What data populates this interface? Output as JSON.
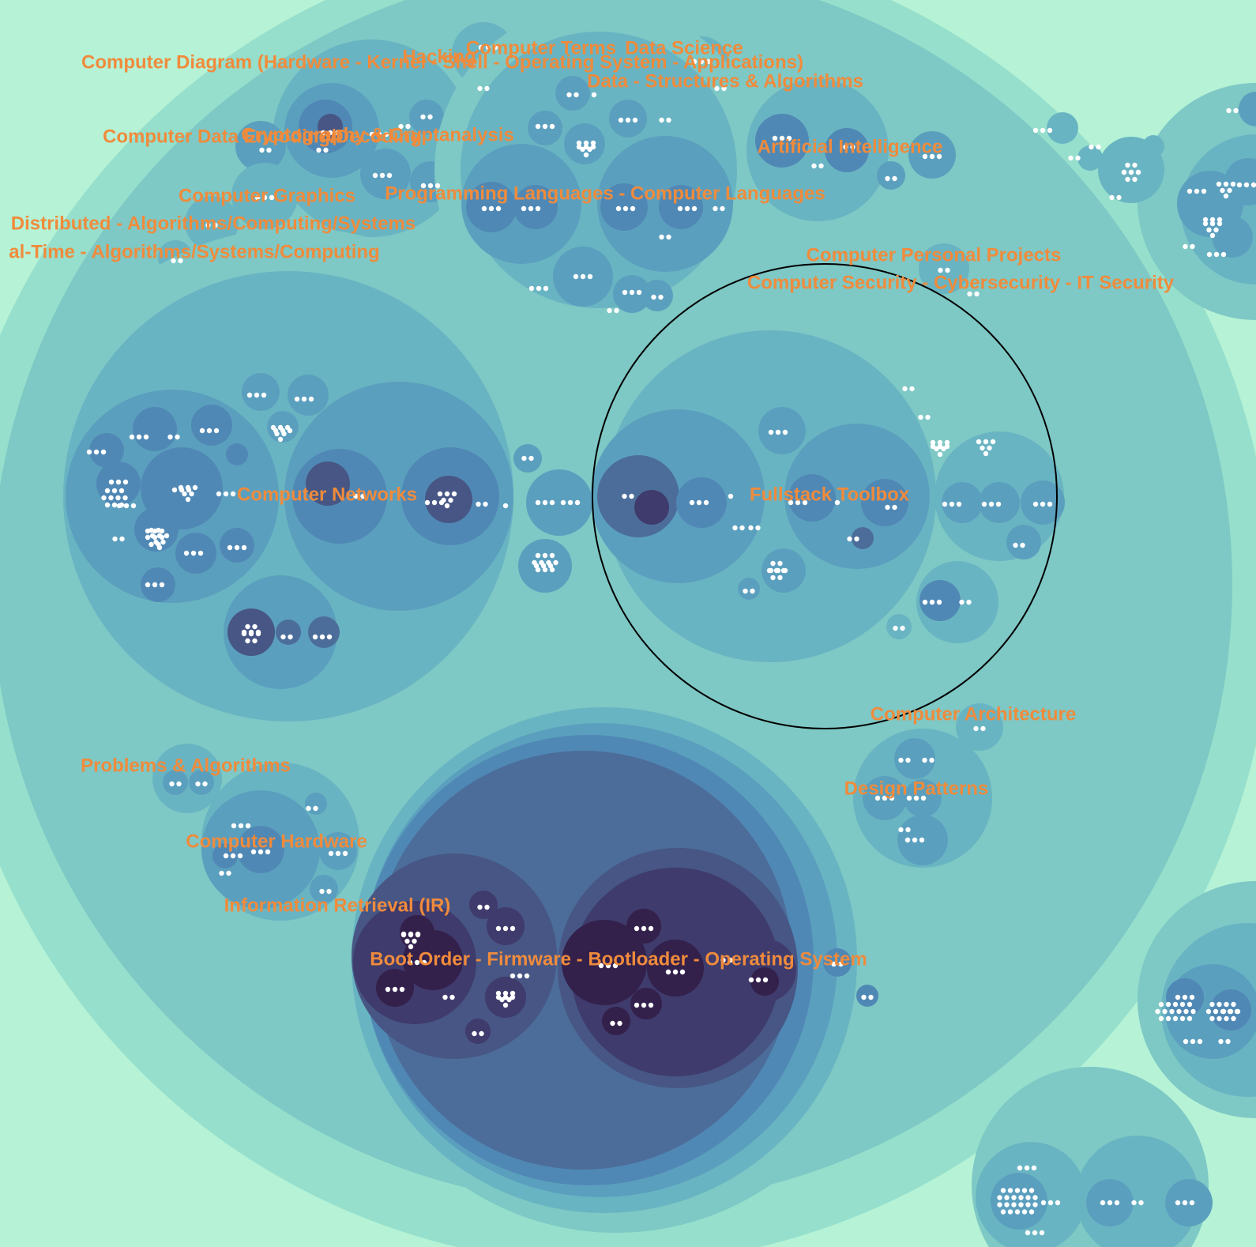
{
  "palette": {
    "background": "#b5f2d6",
    "label": "#f08b3c",
    "leaf_dot": "#ffffff",
    "focus_ring": "#000000",
    "depth_colors": [
      "#95dfcc",
      "#7ec8c5",
      "#69b4c2",
      "#5b9fbe",
      "#5088b5",
      "#4c6d9a",
      "#475684",
      "#3f3b6c",
      "#33204b",
      "#1f0d2a"
    ]
  },
  "topics": [
    {
      "label": "Computer Diagram (Hardware - Kernel - Shell - Operating System - Applications)"
    },
    {
      "label": "Hacking"
    },
    {
      "label": "Computer Terms"
    },
    {
      "label": "Data Science"
    },
    {
      "label": "Data - Structures & Algorithms"
    },
    {
      "label": "Computer Data Encoding/Decoding"
    },
    {
      "label": "Cryptography & Cryptanalysis"
    },
    {
      "label": "Artificial Intelligence"
    },
    {
      "label": "Computer Graphics"
    },
    {
      "label": "Programming Languages - Computer Languages"
    },
    {
      "label": "Distributed - Algorithms/Computing/Systems"
    },
    {
      "label": "al-Time - Algorithms/Systems/Computing"
    },
    {
      "label": "Computer Personal Projects"
    },
    {
      "label": "Computer Security - Cybersecurity - IT Security"
    },
    {
      "label": "Computer Networks"
    },
    {
      "label": "Fullstack Toolbox"
    },
    {
      "label": "Computer Architecture"
    },
    {
      "label": "Problems & Algorithms"
    },
    {
      "label": "Design Patterns"
    },
    {
      "label": "Computer Hardware"
    },
    {
      "label": "Information Retrieval (IR)"
    },
    {
      "label": "Boot Order - Firmware - Bootloader - Operating System"
    }
  ]
}
